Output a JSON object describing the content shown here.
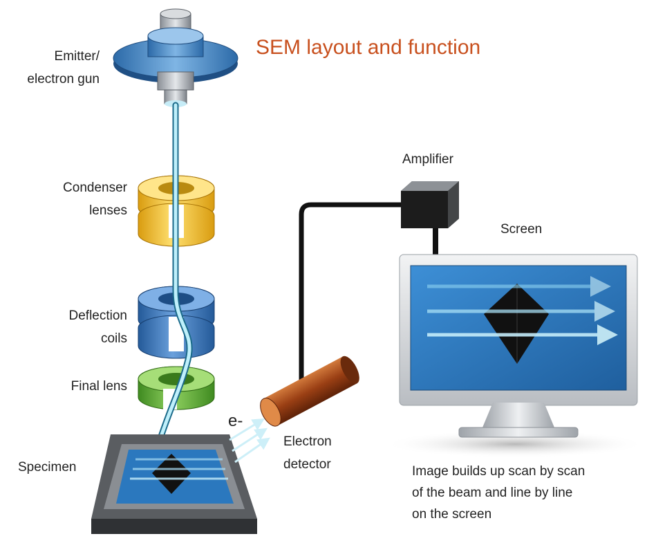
{
  "title": "SEM layout and function",
  "colors": {
    "title": "#c8501e",
    "gun": "#3f86c6",
    "condenser": "#f2c230",
    "deflection": "#3b74b8",
    "final_lens": "#5fa838",
    "beam": "#9fe3f4",
    "detector": "#a44b1c",
    "screen": "#2f7fc4"
  },
  "labels": {
    "emitter_line1": "Emitter/",
    "emitter_line2": "electron gun",
    "condenser_line1": "Condenser",
    "condenser_line2": "lenses",
    "deflection_line1": "Deflection",
    "deflection_line2": "coils",
    "final_lens": "Final lens",
    "specimen": "Specimen",
    "electron": "e-",
    "detector_line1": "Electron",
    "detector_line2": "detector",
    "amplifier": "Amplifier",
    "screen": "Screen"
  },
  "caption": {
    "line1": "Image builds up scan by scan",
    "line2": "of the beam and line by line",
    "line3": "on the screen"
  }
}
